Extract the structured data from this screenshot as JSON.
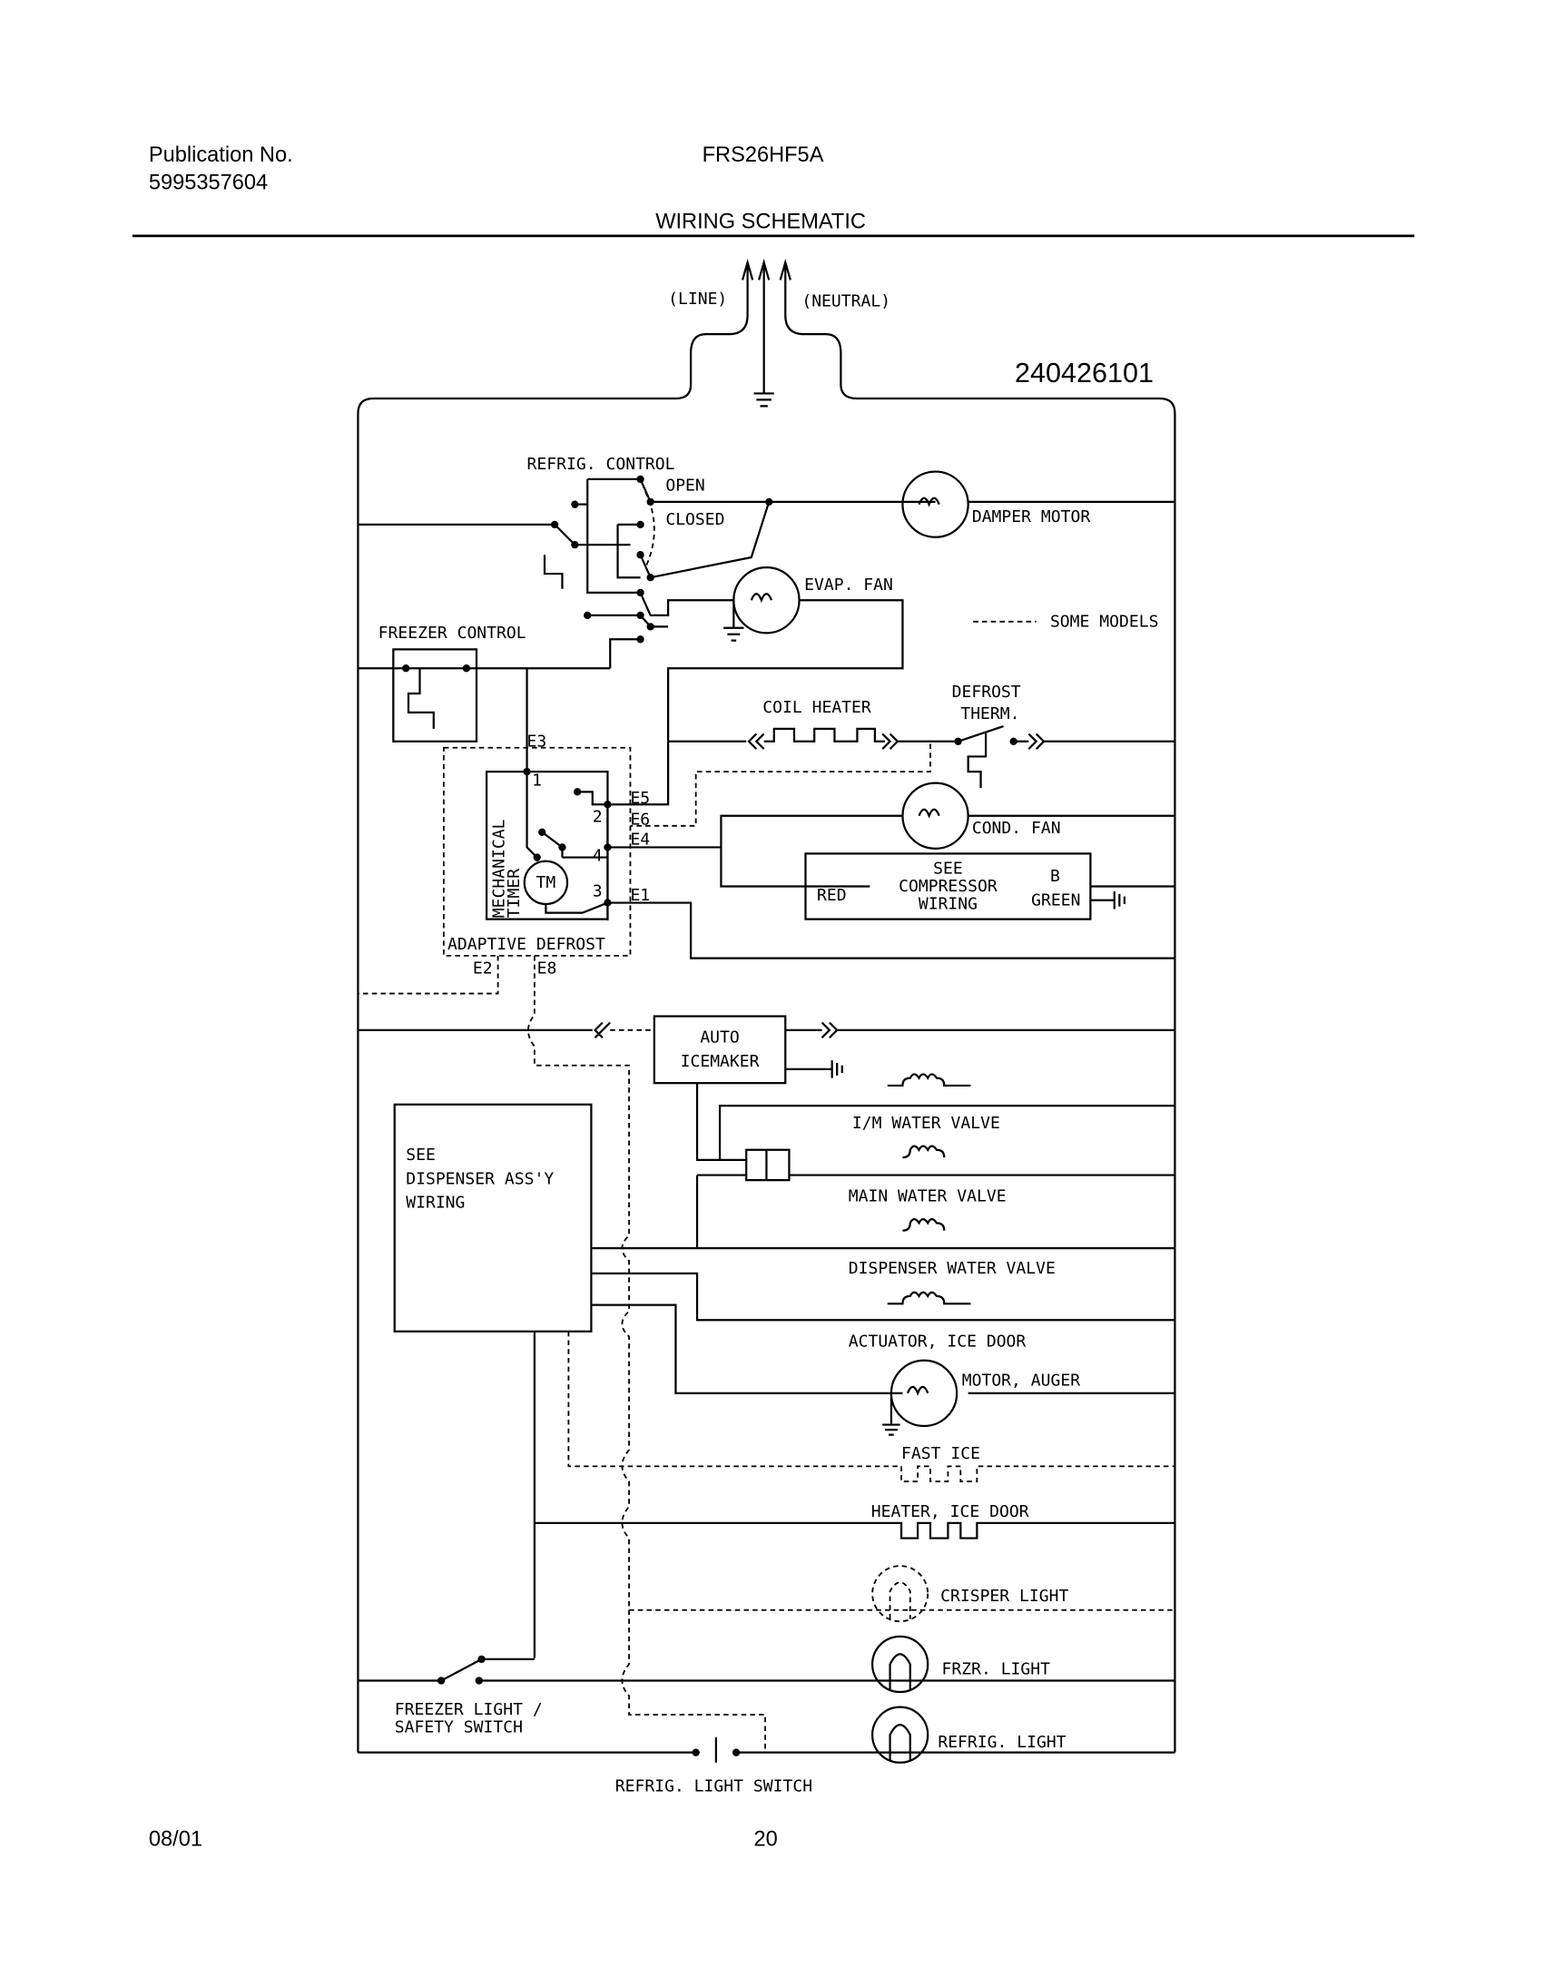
{
  "header": {
    "publication_label": "Publication No.",
    "publication_number": "5995357604",
    "model": "FRS26HF5A",
    "title": "WIRING SCHEMATIC"
  },
  "diagram": {
    "part_number": "240426101",
    "line": "(LINE)",
    "neutral": "(NEUTRAL)",
    "refrig_control": "REFRIG. CONTROL",
    "open": "OPEN",
    "closed": "CLOSED",
    "damper_motor": "DAMPER MOTOR",
    "evap_fan": "EVAP. FAN",
    "legend_some_models": "SOME MODELS",
    "freezer_control": "FREEZER CONTROL",
    "coil_heater": "COIL HEATER",
    "defrost_therm_1": "DEFROST",
    "defrost_therm_2": "THERM.",
    "cond_fan": "COND. FAN",
    "compressor_1": "SEE",
    "compressor_2": "COMPRESSOR",
    "compressor_3": "WIRING",
    "red": "RED",
    "b": "B",
    "green": "GREEN",
    "mechanical": "MECHANICAL",
    "timer": "TIMER",
    "tm": "TM",
    "adaptive_defrost": "ADAPTIVE DEFROST",
    "terminals": {
      "e3": "E3",
      "e5": "E5",
      "e6": "E6",
      "e4": "E4",
      "e1": "E1",
      "e2": "E2",
      "e8": "E8",
      "t1": "1",
      "t2": "2",
      "t3": "3",
      "t4": "4"
    },
    "auto_icemaker_1": "AUTO",
    "auto_icemaker_2": "ICEMAKER",
    "dispenser_1": "SEE",
    "dispenser_2": "DISPENSER ASS'Y",
    "dispenser_3": "WIRING",
    "im_water_valve": "I/M WATER VALVE",
    "main_water_valve": "MAIN WATER VALVE",
    "dispenser_water_valve": "DISPENSER WATER VALVE",
    "actuator_ice_door": "ACTUATOR, ICE DOOR",
    "motor_auger": "MOTOR, AUGER",
    "fast_ice": "FAST ICE",
    "heater_ice_door": "HEATER, ICE DOOR",
    "crisper_light": "CRISPER LIGHT",
    "frzr_light": "FRZR. LIGHT",
    "refrig_light": "REFRIG. LIGHT",
    "freezer_switch_1": "FREEZER LIGHT /",
    "freezer_switch_2": "SAFETY SWITCH",
    "refrig_light_switch": "REFRIG. LIGHT SWITCH"
  },
  "footer": {
    "date": "08/01",
    "page": "20"
  }
}
